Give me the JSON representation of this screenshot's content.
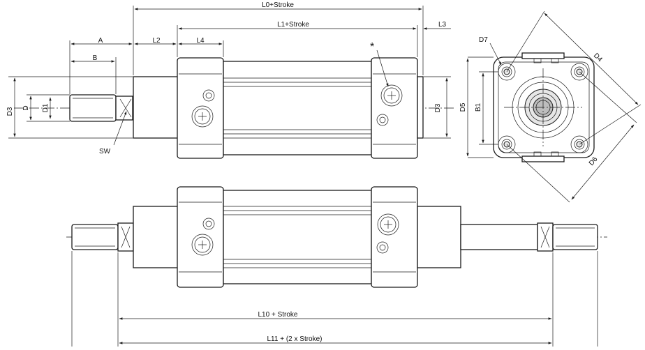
{
  "labels": {
    "l0": "L0+Stroke",
    "l1": "L1+Stroke",
    "l3": "L3",
    "a": "A",
    "l2": "L2",
    "l4": "L4",
    "b": "B",
    "star": "*",
    "d7": "D7",
    "d4": "D4",
    "d3_left": "D3",
    "d": "D",
    "d1": "D1",
    "d3_right": "D3",
    "d5": "D5",
    "b1": "B1",
    "d6": "D6",
    "sw": "SW",
    "l10": "L10 + Stroke",
    "l11": "L11 +  (2 x Stroke)"
  }
}
